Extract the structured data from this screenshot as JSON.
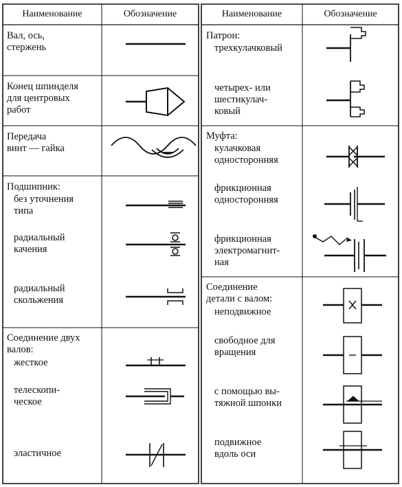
{
  "columns": {
    "name_header": "Наименование",
    "symbol_header": "Обозначение"
  },
  "left": {
    "shaft": {
      "label": "Вал, ось,\nстержень"
    },
    "spindle_end": {
      "label": "Конец шпинделя\nдля центровых\nработ"
    },
    "screw_nut": {
      "label": "Передача\nвинт — гайка"
    },
    "bearing": {
      "title": "Подшипник:",
      "items": [
        "без уточнения\nтипа",
        "радиальный\nкачения",
        "радиальный\nскольжения"
      ]
    },
    "shaft_coupling": {
      "title": "Соединение двух\nвалов:",
      "items": [
        "жесткое",
        "телескопи-\nческое",
        "эластичное"
      ]
    }
  },
  "right": {
    "chuck": {
      "title": "Патрон:",
      "items": [
        "трехкулачковый",
        "четырех- или\nшестикулач-\nковый"
      ]
    },
    "clutch": {
      "title": "Муфта:",
      "items": [
        "кулачковая\nодносторонняя",
        "фрикционная\nодносторонняя",
        "фрикционная\nэлектромагнит-\nная"
      ]
    },
    "part_shaft": {
      "title": "Соединение\nдетали с валом:",
      "items": [
        "неподвижное",
        "свободное для\nвращения",
        "с помощью вы-\nтяжной шпонки",
        "подвижное\nвдоль оси"
      ]
    }
  }
}
